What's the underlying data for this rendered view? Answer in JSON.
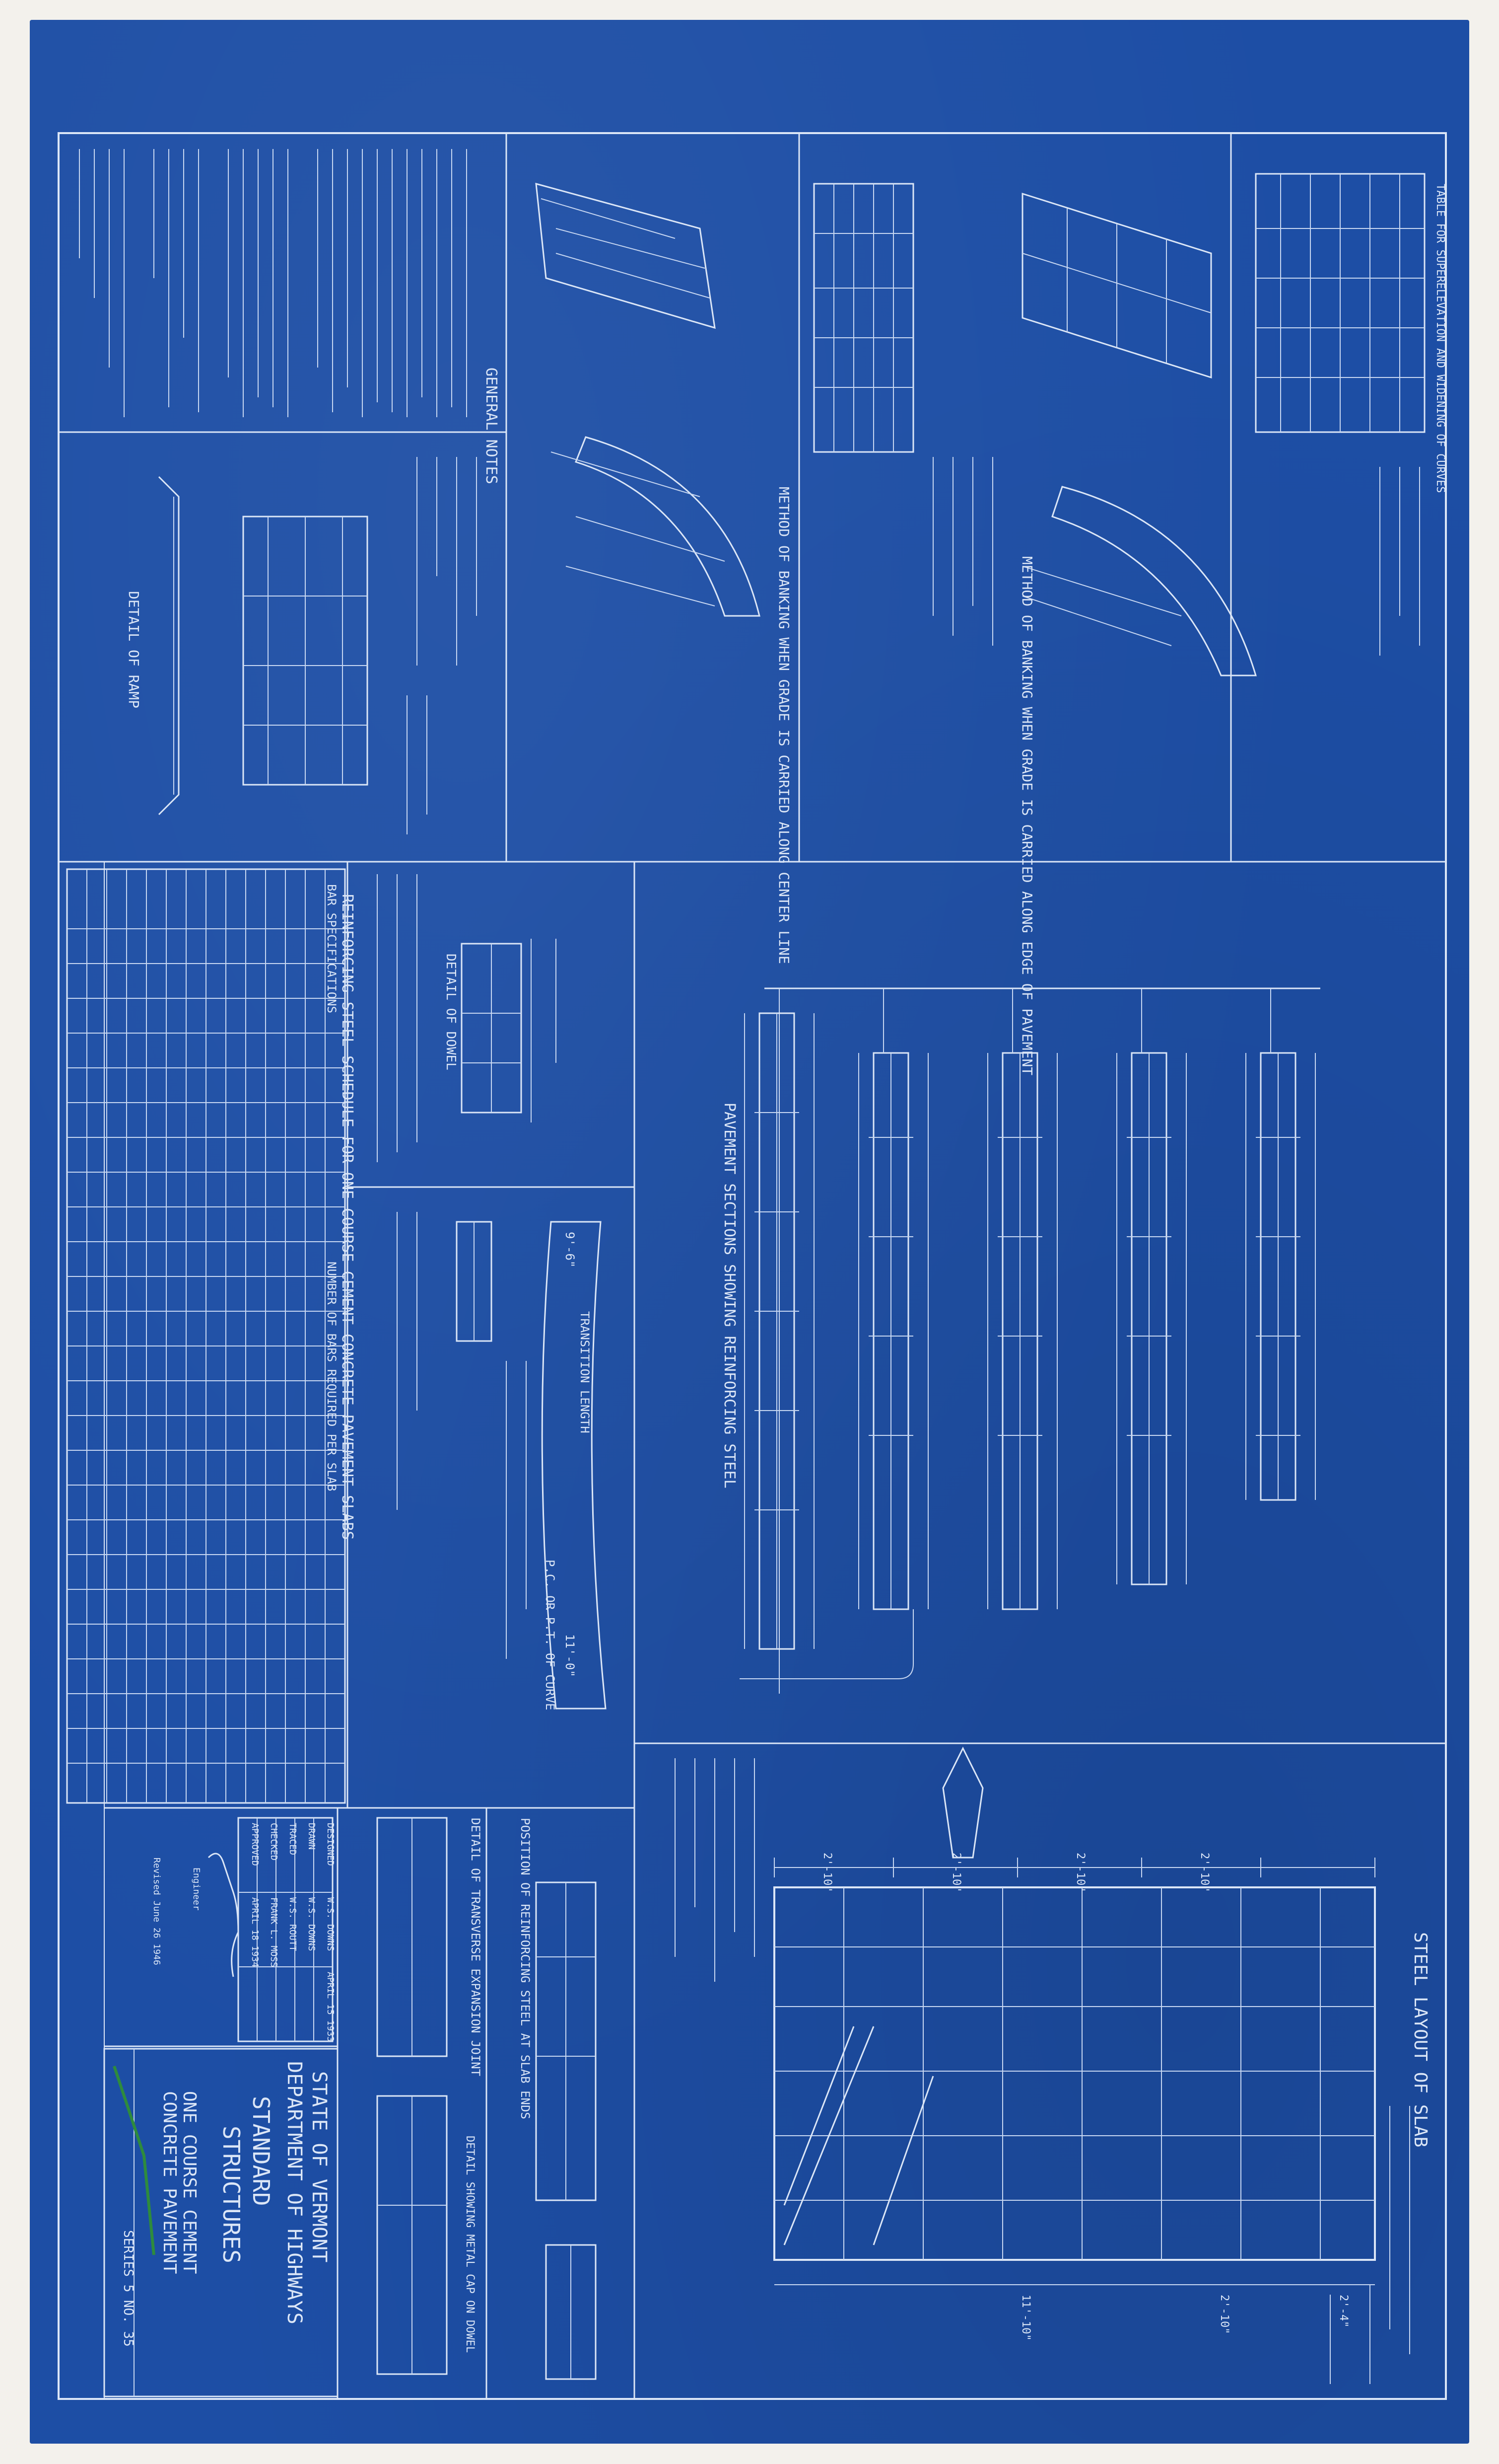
{
  "sheet": {
    "colors": {
      "paper": "#1d4ea5",
      "lines": "#dbe6f7",
      "margin": "#f3f1ec",
      "check_mark": "#2e8b3d"
    }
  },
  "title_block": {
    "state": "STATE OF VERMONT",
    "department": "DEPARTMENT OF HIGHWAYS",
    "standard": "STANDARD",
    "structures": "STRUCTURES",
    "subtitle_1": "ONE COURSE CEMENT",
    "subtitle_2": "CONCRETE PAVEMENT",
    "sheet_no": "SERIES 5 NO. 35",
    "signoffs": [
      {
        "role": "DESIGNED",
        "name": "W.S. DOWNS",
        "date": "APRIL 15 1933"
      },
      {
        "role": "DRAWN",
        "name": "W.S. DOWNS",
        "date": ""
      },
      {
        "role": "TRACED",
        "name": "W.S. ROUTT",
        "date": ""
      },
      {
        "role": "CHECKED",
        "name": "FRANK L. MOSS",
        "date": ""
      },
      {
        "role": "APPROVED",
        "name": "",
        "date": "APRIL 18 1934"
      }
    ],
    "signature_caption": "Engineer",
    "revision_note": "Revised June 26 1946"
  },
  "panels": {
    "general_notes": {
      "title": "GENERAL NOTES"
    },
    "detail_of_dowel": {
      "title": "DETAIL OF DOWEL"
    },
    "detail_of_ramp": {
      "title": "DETAIL OF RAMP"
    },
    "banking_center": {
      "title": "METHOD OF BANKING WHEN GRADE IS CARRIED ALONG CENTER LINE"
    },
    "banking_edge": {
      "title": "METHOD OF BANKING WHEN GRADE IS CARRIED ALONG EDGE OF PAVEMENT"
    },
    "superelevation_table": {
      "title": "TABLE FOR SUPERELEVATION AND WIDENING OF CURVES"
    },
    "schedule": {
      "title": "REINFORCING STEEL SCHEDULE FOR ONE COURSE CEMENT CONCRETE PAVEMENT SLABS",
      "subtitle": "BAR SPECIFICATIONS",
      "header": "NUMBER OF BARS REQUIRED PER SLAB"
    },
    "pavement_sections": {
      "title": "PAVEMENT SECTIONS SHOWING REINFORCING STEEL"
    },
    "transition": {
      "label_top": "TRANSITION LENGTH",
      "label_curve": "P.C. OR P.T. OF CURVE",
      "width_a": "11'-0\"",
      "width_b": "9'-6\""
    },
    "expansion_joint": {
      "title": "DETAIL OF TRANSVERSE EXPANSION JOINT"
    },
    "reinforcing_steel_ends": {
      "title": "POSITION OF REINFORCING STEEL AT SLAB ENDS"
    },
    "dowel_detail": {
      "title": "DETAIL SHOWING METAL CAP ON DOWEL"
    },
    "steel_layout": {
      "title": "STEEL LAYOUT OF SLAB",
      "dims": [
        "2'-10\"",
        "2'-10\"",
        "2'-10\"",
        "2'-10\"",
        "2'-10\"",
        "2'-4\"",
        "11'-10\""
      ]
    }
  }
}
